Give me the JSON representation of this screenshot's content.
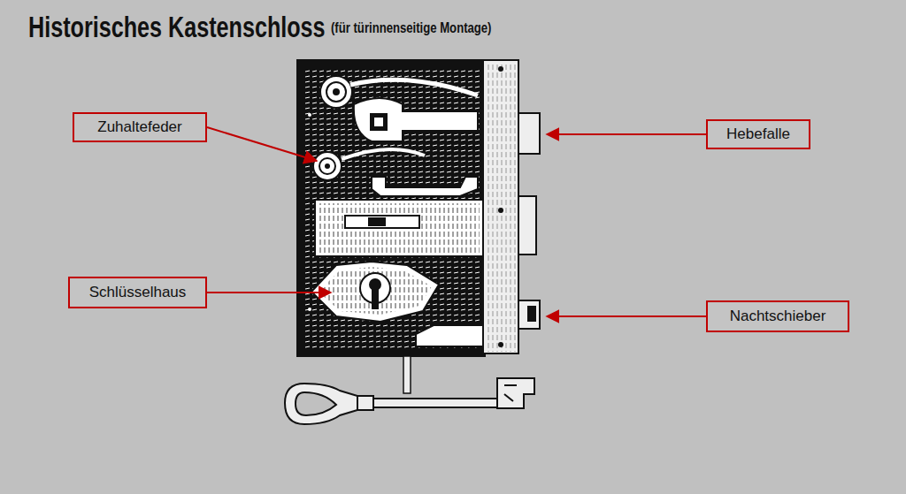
{
  "diagram": {
    "title": "Historisches Kastenschloss",
    "nodes": [
      {
        "text": [
          "Zuhaltefeder"
        ]
      },
      {
        "text": [
          "Schlüsselhaus"
        ]
      },
      {
        "text": [
          "Hebefalle"
        ]
      },
      {
        "text": [
          "Nachtschieber"
        ]
      }
    ],
    "labels": [
      "(für türinnenseitige Montage)"
    ]
  }
}
